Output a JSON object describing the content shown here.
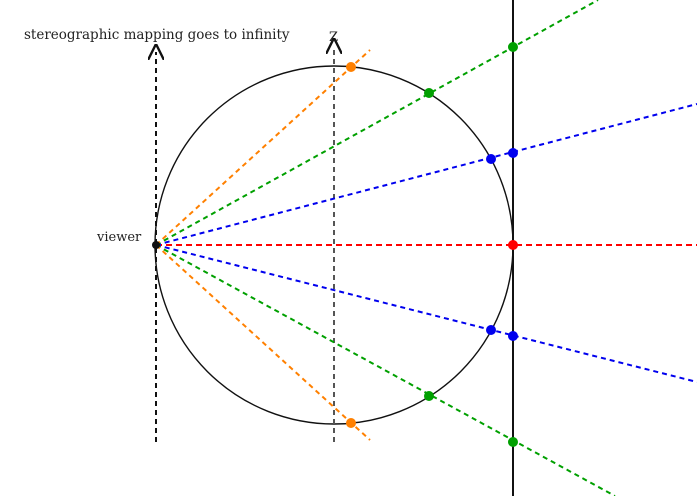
{
  "labels": {
    "top_left": "stereographic mapping goes to infinity",
    "z_axis": "Z",
    "viewer": "viewer"
  },
  "colors": {
    "ink": "#111111",
    "axis": "#555555",
    "horizon": "#ff0000",
    "orange": "#ff8000",
    "green": "#00a000",
    "blue": "#0000ee"
  },
  "rays": [
    {
      "name": "ray-horizon",
      "color": "horizon"
    },
    {
      "name": "ray-blue-upper",
      "color": "blue"
    },
    {
      "name": "ray-blue-lower",
      "color": "blue"
    },
    {
      "name": "ray-green-upper",
      "color": "green"
    },
    {
      "name": "ray-green-lower",
      "color": "green"
    },
    {
      "name": "ray-orange-upper",
      "color": "orange"
    },
    {
      "name": "ray-orange-lower",
      "color": "orange"
    }
  ],
  "points": [
    {
      "name": "viewer-point",
      "color": "ink"
    },
    {
      "name": "red-point-projection",
      "color": "horizon"
    },
    {
      "name": "blue-point-circle-upper",
      "color": "blue"
    },
    {
      "name": "blue-point-circle-lower",
      "color": "blue"
    },
    {
      "name": "blue-point-projection-upper",
      "color": "blue"
    },
    {
      "name": "blue-point-projection-lower",
      "color": "blue"
    },
    {
      "name": "green-point-circle-upper",
      "color": "green"
    },
    {
      "name": "green-point-circle-lower",
      "color": "green"
    },
    {
      "name": "green-point-projection-upper",
      "color": "green"
    },
    {
      "name": "green-point-projection-lower",
      "color": "green"
    },
    {
      "name": "orange-point-circle-upper",
      "color": "orange"
    },
    {
      "name": "orange-point-circle-lower",
      "color": "orange"
    }
  ]
}
